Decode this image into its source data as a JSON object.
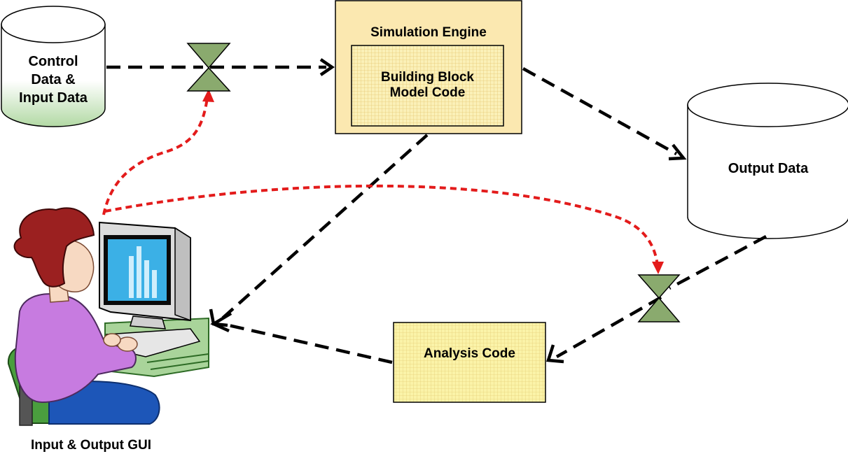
{
  "nodes": {
    "control_data": {
      "label_lines": [
        "Control",
        "Data &",
        "Input Data"
      ]
    },
    "simulation_engine": {
      "title": "Simulation Engine",
      "inner_lines": [
        "Building Block",
        "Model Code"
      ]
    },
    "output_data": {
      "label": "Output Data"
    },
    "analysis_code": {
      "label": "Analysis Code"
    },
    "user_gui": {
      "label": "Input & Output GUI"
    }
  },
  "colors": {
    "data_flow": "#000000",
    "control_flow": "#e31b1b",
    "engine_fill": "#fbe8b0",
    "analysis_fill": "#fbf1a6",
    "grid_line": "#e6d07a",
    "valve_fill": "#8aaa6e",
    "cylinder_gradient_bottom": "#b2d9a4"
  },
  "icons": [
    "hourglass-valve-icon",
    "person-at-computer-icon",
    "bar-chart-icon"
  ]
}
